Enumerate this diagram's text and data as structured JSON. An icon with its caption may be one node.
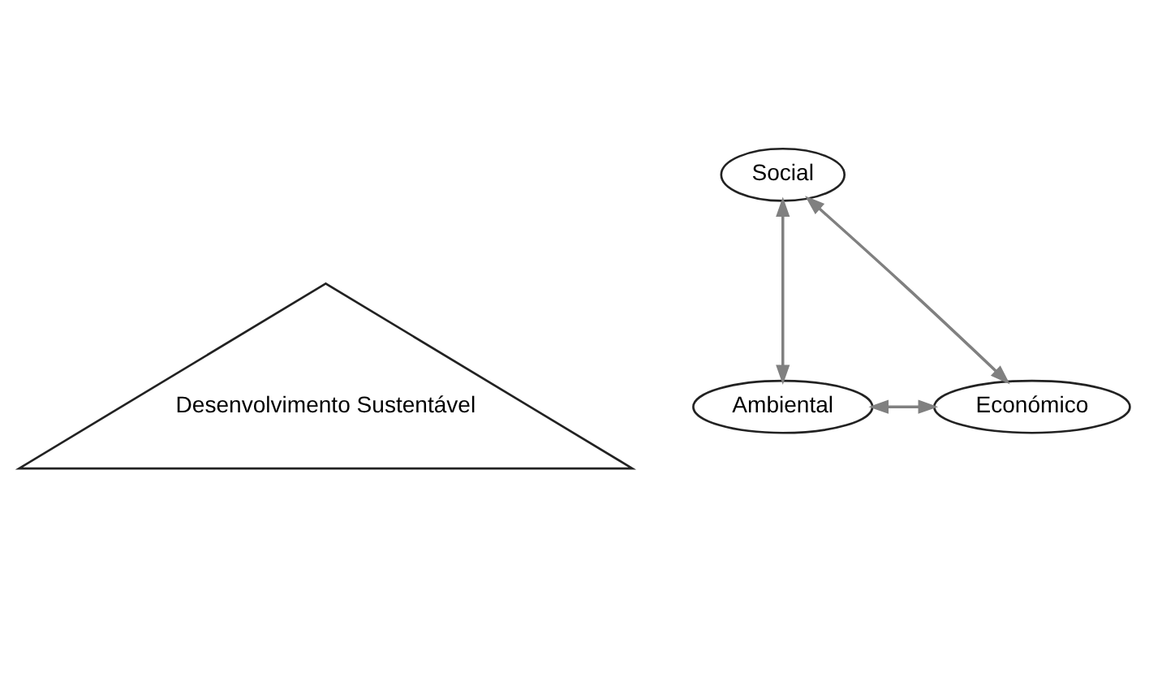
{
  "diagram": {
    "nodes": [
      {
        "text": [
          "Social"
        ]
      },
      {
        "text": [
          "Desenvolvimento Sustentável"
        ]
      },
      {
        "text": [
          "Económico"
        ]
      },
      {
        "text": [
          "Ambiental"
        ]
      }
    ],
    "edges": [
      {
        "from": 2,
        "to": 0,
        "arrow": "both"
      },
      {
        "from": 0,
        "to": 3,
        "arrow": "both"
      },
      {
        "from": 2,
        "to": 3,
        "arrow": "both"
      }
    ]
  }
}
